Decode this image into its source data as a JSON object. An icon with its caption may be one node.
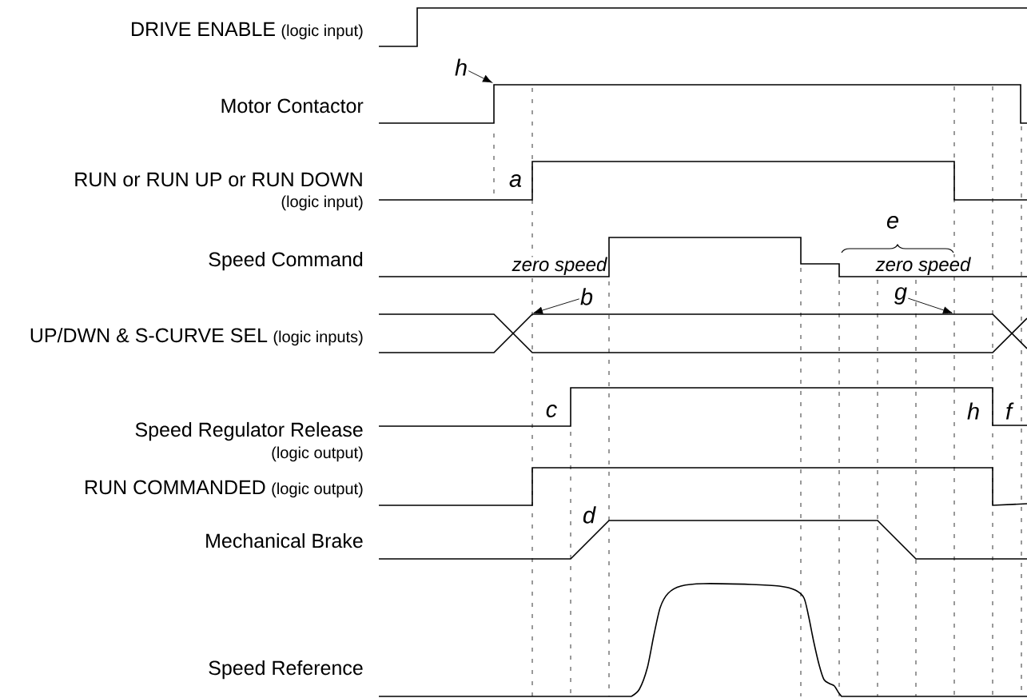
{
  "diagram": {
    "nodes": [
      {
        "text": [
          "h"
        ]
      },
      {
        "text": [
          "b"
        ]
      },
      {
        "text": [
          "g"
        ]
      }
    ],
    "edges": [
      {
        "from": 0,
        "to": null,
        "arrow": "to"
      },
      {
        "from": 1,
        "to": null,
        "arrow": "to"
      },
      {
        "from": 2,
        "to": null,
        "arrow": "to"
      }
    ],
    "labels": [
      "DRIVE ENABLE",
      "(logic input)",
      "Motor Contactor",
      "RUN or RUN UP or RUN DOWN",
      "(logic input)",
      "a",
      "e",
      "Speed Command",
      "zero speed",
      "zero speed",
      "UP/DWN & S-CURVE SEL",
      "(logic inputs)",
      "c",
      "h",
      "f",
      "Speed Regulator Release",
      "(logic output)",
      "RUN COMMANDED",
      "(logic output)",
      "d",
      "Mechanical Brake",
      "Speed Reference"
    ]
  }
}
